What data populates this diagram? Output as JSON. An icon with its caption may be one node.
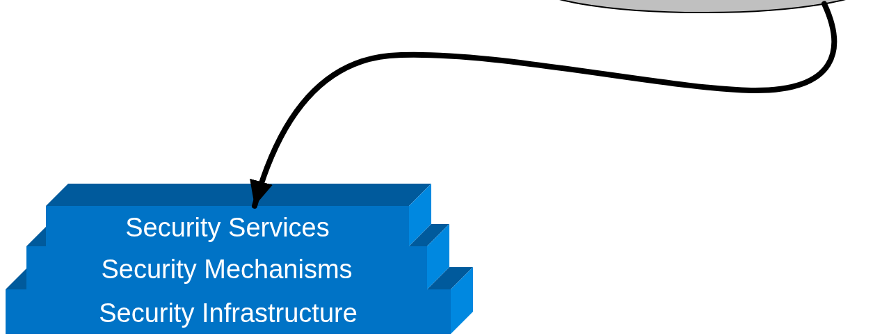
{
  "diagram": {
    "nodes": [
      {
        "text": [],
        "shape": "ellipse"
      },
      {
        "text": [
          "Security Services"
        ]
      },
      {
        "text": [
          "Security Mechanisms"
        ]
      },
      {
        "text": [
          "Security Infrastructure"
        ]
      }
    ],
    "edges": [
      {
        "from": 0,
        "to": 1,
        "arrow": "to"
      }
    ]
  }
}
